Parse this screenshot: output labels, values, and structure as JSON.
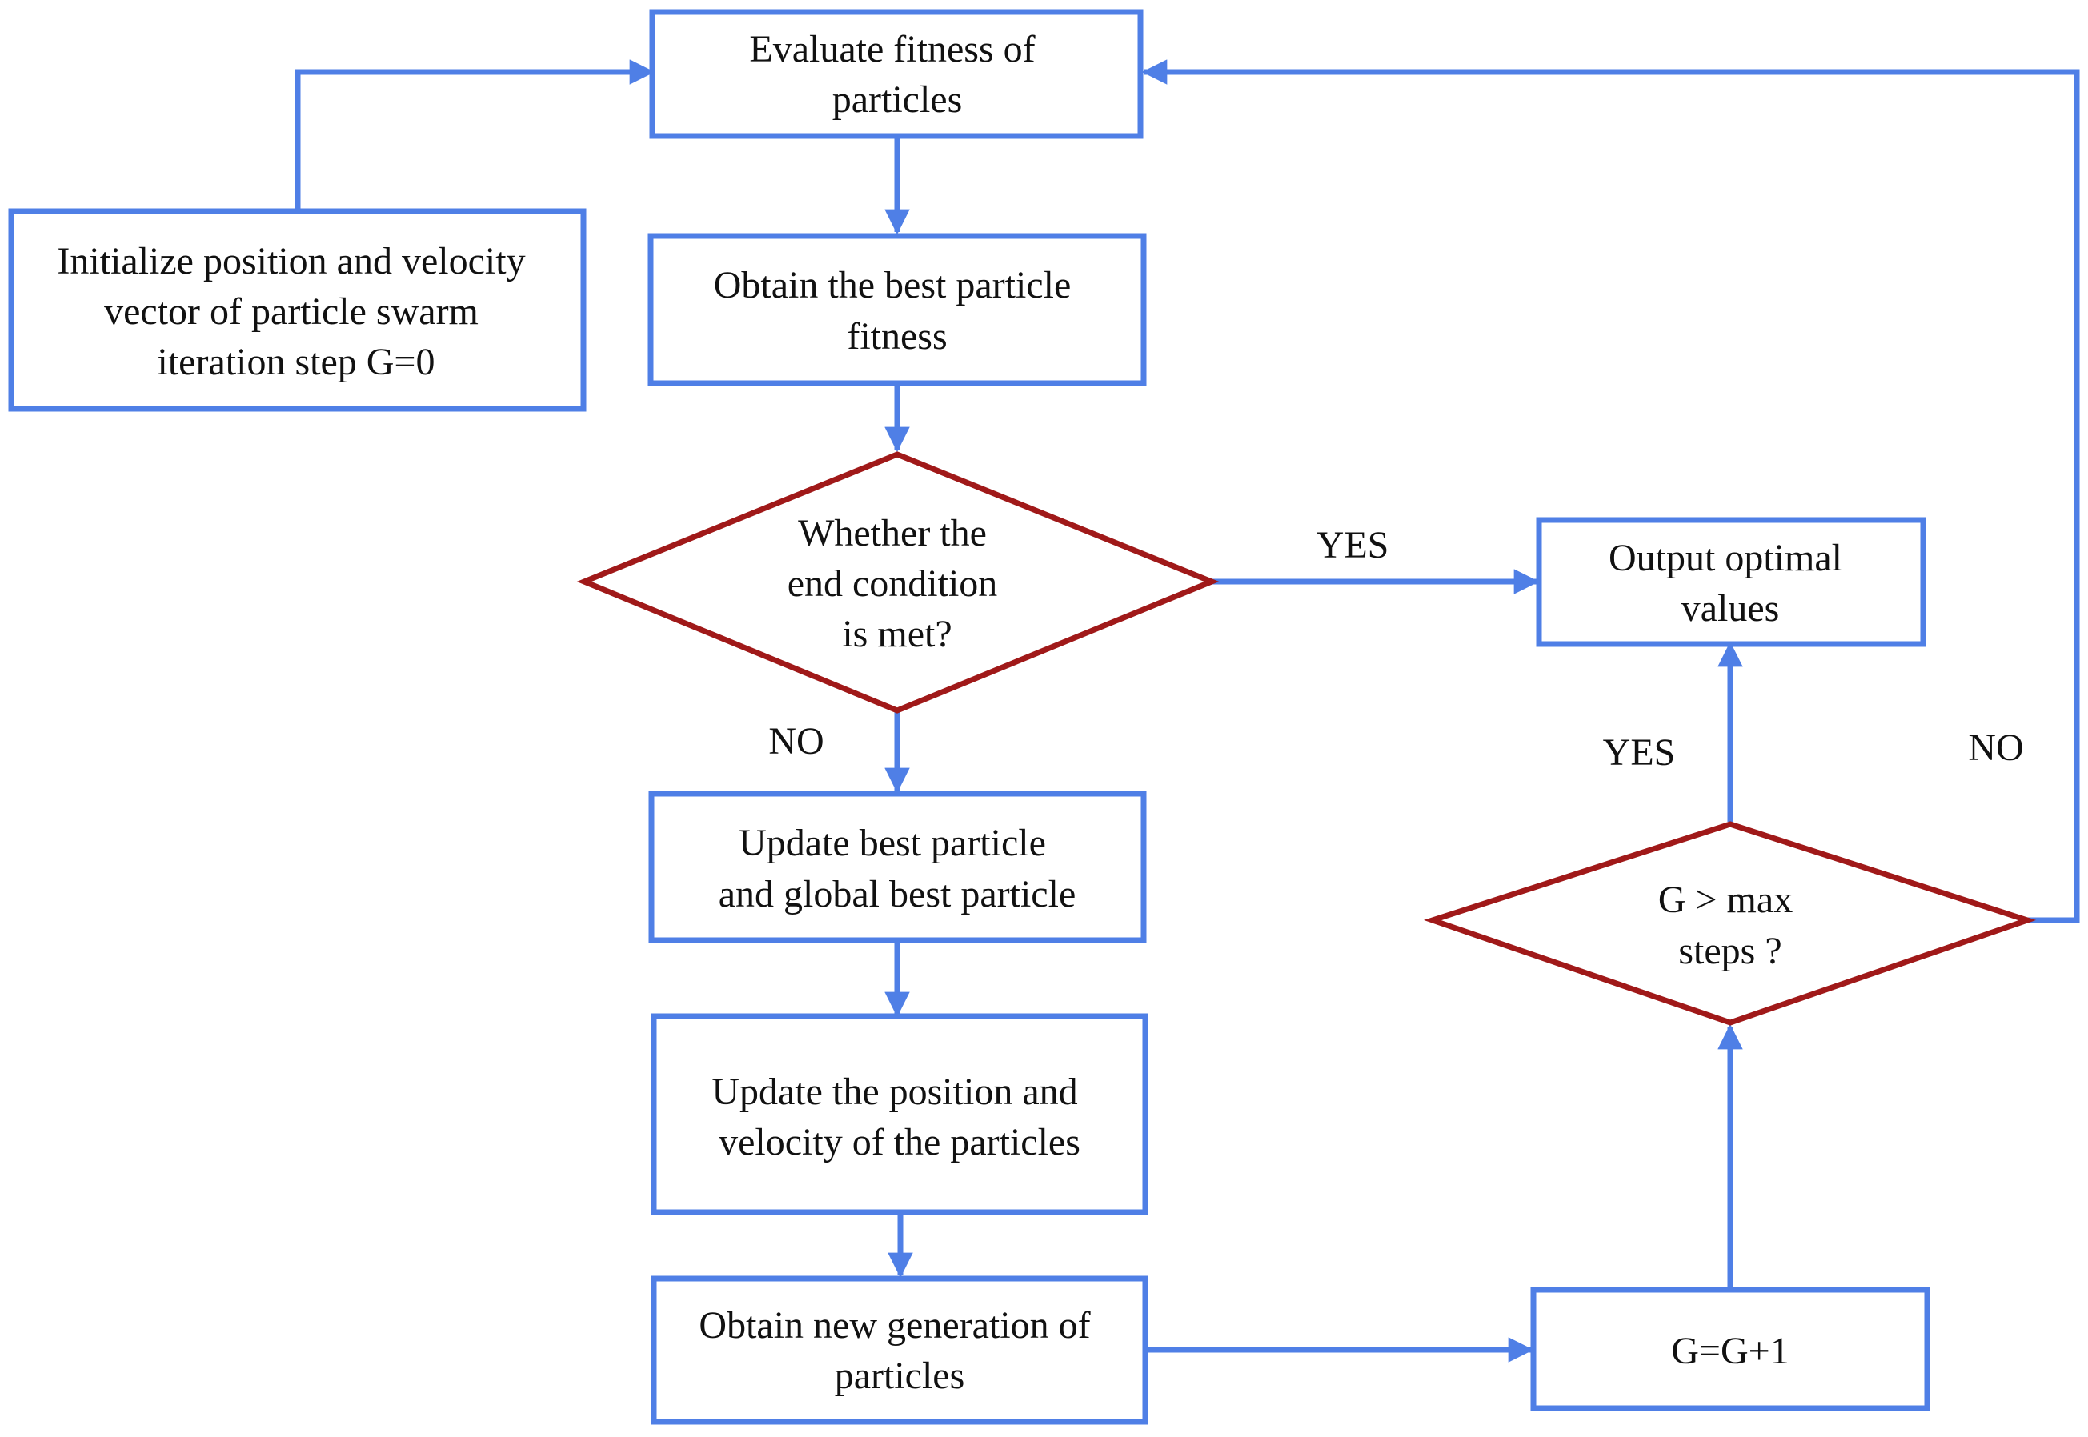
{
  "colors": {
    "process_border": "#4f7fe6",
    "decision_border": "#a01919",
    "connector": "#4f7fe6",
    "text": "#111111"
  },
  "nodes": {
    "evaluate": [
      "Evaluate fitness of",
      "particles"
    ],
    "init": [
      "Initialize position and velocity",
      "vector of particle swarm",
      "iteration step G=0"
    ],
    "best": [
      "Obtain the best particle",
      "fitness"
    ],
    "end_check": [
      "Whether the",
      "end condition",
      "is met?"
    ],
    "output": [
      "Output optimal",
      "values"
    ],
    "update_best": [
      "Update best particle",
      "and global best particle"
    ],
    "update_pos": [
      "Update the position and",
      "velocity of the particles"
    ],
    "new_gen": [
      "Obtain new generation of",
      "particles"
    ],
    "increment": [
      "G=G+1"
    ],
    "max_check": [
      "G > max",
      "steps ?"
    ]
  },
  "edge_labels": {
    "end_yes": "YES",
    "end_no": "NO",
    "max_yes": "YES",
    "max_no": "NO"
  }
}
